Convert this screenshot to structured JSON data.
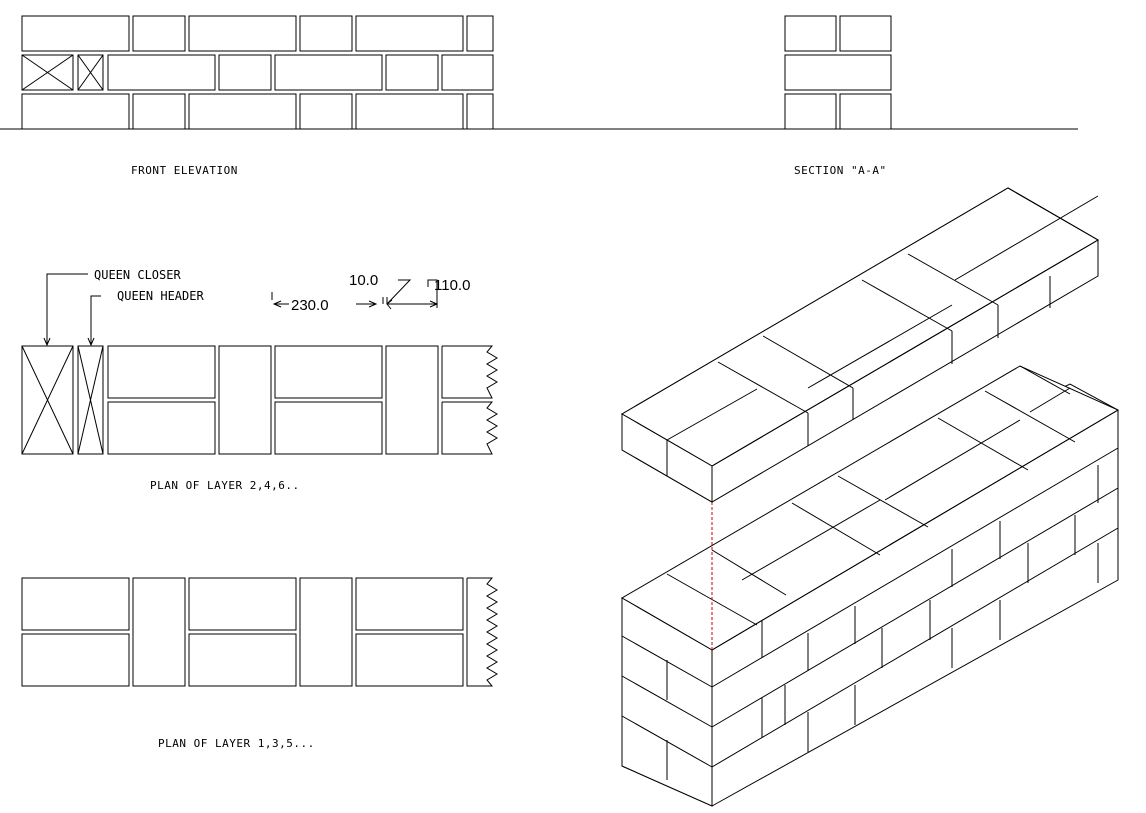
{
  "labels": {
    "front_elevation": "FRONT ELEVATION",
    "section_aa": "SECTION \"A-A\"",
    "plan_even": "PLAN OF LAYER 2,4,6..",
    "plan_odd": "PLAN OF LAYER 1,3,5..."
  },
  "annotations": {
    "queen_closer": "QUEEN CLOSER",
    "queen_header": "QUEEN HEADER"
  },
  "dimensions": {
    "brick_length": "230.0",
    "joint": "10.0",
    "brick_width": "110.0"
  },
  "colors": {
    "line": "#000000",
    "hidden_line": "#cc0000",
    "background": "#ffffff"
  }
}
